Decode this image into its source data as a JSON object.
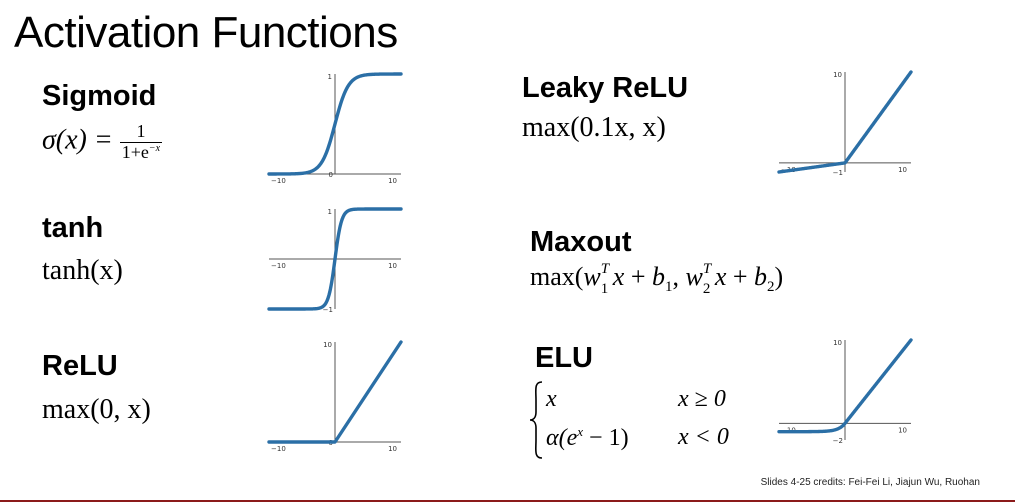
{
  "slide": {
    "title": "Activation Functions",
    "credits": "Slides 4-25 credits: Fei-Fei Li, Jiajun Wu, Ruohan"
  },
  "functions": {
    "sigmoid": {
      "name": "Sigmoid",
      "lhs": "σ(x) = ",
      "numerator": "1",
      "denominator": "1+e",
      "den_exp": "−x"
    },
    "tanh": {
      "name": "tanh",
      "formula": "tanh(x)"
    },
    "relu": {
      "name": "ReLU",
      "formula": "max(0, x)"
    },
    "leaky_relu": {
      "name": "Leaky ReLU",
      "formula": "max(0.1x, x)"
    },
    "maxout": {
      "name": "Maxout"
    },
    "elu": {
      "name": "ELU",
      "case1_value": "x",
      "case1_cond": "x ≥ 0",
      "case2_value": "α(e",
      "case2_exp": "x",
      "case2_tail": " − 1)",
      "case2_cond": "x < 0"
    }
  },
  "chart_data": [
    {
      "type": "line",
      "name": "sigmoid",
      "xlim": [
        -10,
        10
      ],
      "ylim": [
        0,
        1
      ],
      "x_ticks": [
        "−10",
        "10"
      ],
      "y_ticks": [
        "1",
        "0"
      ],
      "function": "sigmoid"
    },
    {
      "type": "line",
      "name": "tanh",
      "xlim": [
        -10,
        10
      ],
      "ylim": [
        -1,
        1
      ],
      "x_ticks": [
        "−10",
        "10"
      ],
      "y_ticks": [
        "1",
        "−1"
      ],
      "function": "tanh"
    },
    {
      "type": "line",
      "name": "relu",
      "xlim": [
        -10,
        10
      ],
      "ylim": [
        0,
        10
      ],
      "x_ticks": [
        "−10",
        "10"
      ],
      "y_ticks": [
        "10",
        "0"
      ],
      "function": "relu"
    },
    {
      "type": "line",
      "name": "leaky_relu",
      "xlim": [
        -10,
        10
      ],
      "ylim": [
        -1,
        10
      ],
      "x_ticks": [
        "−10",
        "10"
      ],
      "y_ticks": [
        "10",
        "−1"
      ],
      "function": "leaky_relu"
    },
    {
      "type": "line",
      "name": "elu",
      "xlim": [
        -10,
        10
      ],
      "ylim": [
        -2,
        10
      ],
      "x_ticks": [
        "−10",
        "10"
      ],
      "y_ticks": [
        "10",
        "−2"
      ],
      "function": "elu"
    }
  ]
}
